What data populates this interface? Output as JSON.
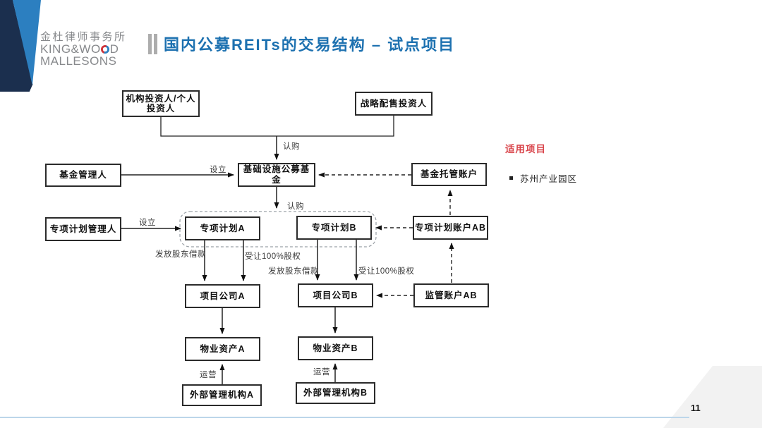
{
  "logo": {
    "cn": "金杜律师事务所",
    "en_left": "KING&WO",
    "en_right": "D",
    "line2": "MALLESONS"
  },
  "title": "国内公募REITs的交易结构 – 试点项目",
  "side_note": {
    "heading": "适用项目",
    "bullet_item": "苏州产业园区"
  },
  "page_number": "11",
  "colors": {
    "title_blue": "#1d71b0",
    "note_red": "#d9444a",
    "corner_navy": "#1b2f4e",
    "corner_blue": "#2c7fc0",
    "footer_line_blue": "#bcd6ea"
  },
  "diagram": {
    "nodes": [
      {
        "id": "institutional-investor",
        "label": "机构投资人/个人\n投资人"
      },
      {
        "id": "strategic-investor",
        "label": "战略配售投资人"
      },
      {
        "id": "fund-manager",
        "label": "基金管理人"
      },
      {
        "id": "public-fund",
        "label": "基础设施公募基金"
      },
      {
        "id": "fund-custody-account",
        "label": "基金托管账户"
      },
      {
        "id": "plan-manager",
        "label": "专项计划管理人"
      },
      {
        "id": "plan-a",
        "label": "专项计划A"
      },
      {
        "id": "plan-b",
        "label": "专项计划B"
      },
      {
        "id": "plan-account-ab",
        "label": "专项计划账户AB"
      },
      {
        "id": "project-company-a",
        "label": "项目公司A"
      },
      {
        "id": "project-company-b",
        "label": "项目公司B"
      },
      {
        "id": "supervision-account-ab",
        "label": "监管账户AB"
      },
      {
        "id": "property-asset-a",
        "label": "物业资产A"
      },
      {
        "id": "property-asset-b",
        "label": "物业资产B"
      },
      {
        "id": "external-manager-a",
        "label": "外部管理机构A"
      },
      {
        "id": "external-manager-b",
        "label": "外部管理机构B"
      }
    ],
    "edge_labels": [
      {
        "id": "subscribe-top",
        "text": "认购"
      },
      {
        "id": "establish-fund",
        "text": "设立"
      },
      {
        "id": "subscribe-plan",
        "text": "认购"
      },
      {
        "id": "establish-plan",
        "text": "设立"
      },
      {
        "id": "shareholder-loan-a",
        "text": "发放股东借款"
      },
      {
        "id": "acquire-equity-a",
        "text": "受让100%股权"
      },
      {
        "id": "shareholder-loan-b",
        "text": "发放股东借款"
      },
      {
        "id": "acquire-equity-b",
        "text": "受让100%股权"
      },
      {
        "id": "operate-a",
        "text": "运营"
      },
      {
        "id": "operate-b",
        "text": "运营"
      }
    ]
  }
}
